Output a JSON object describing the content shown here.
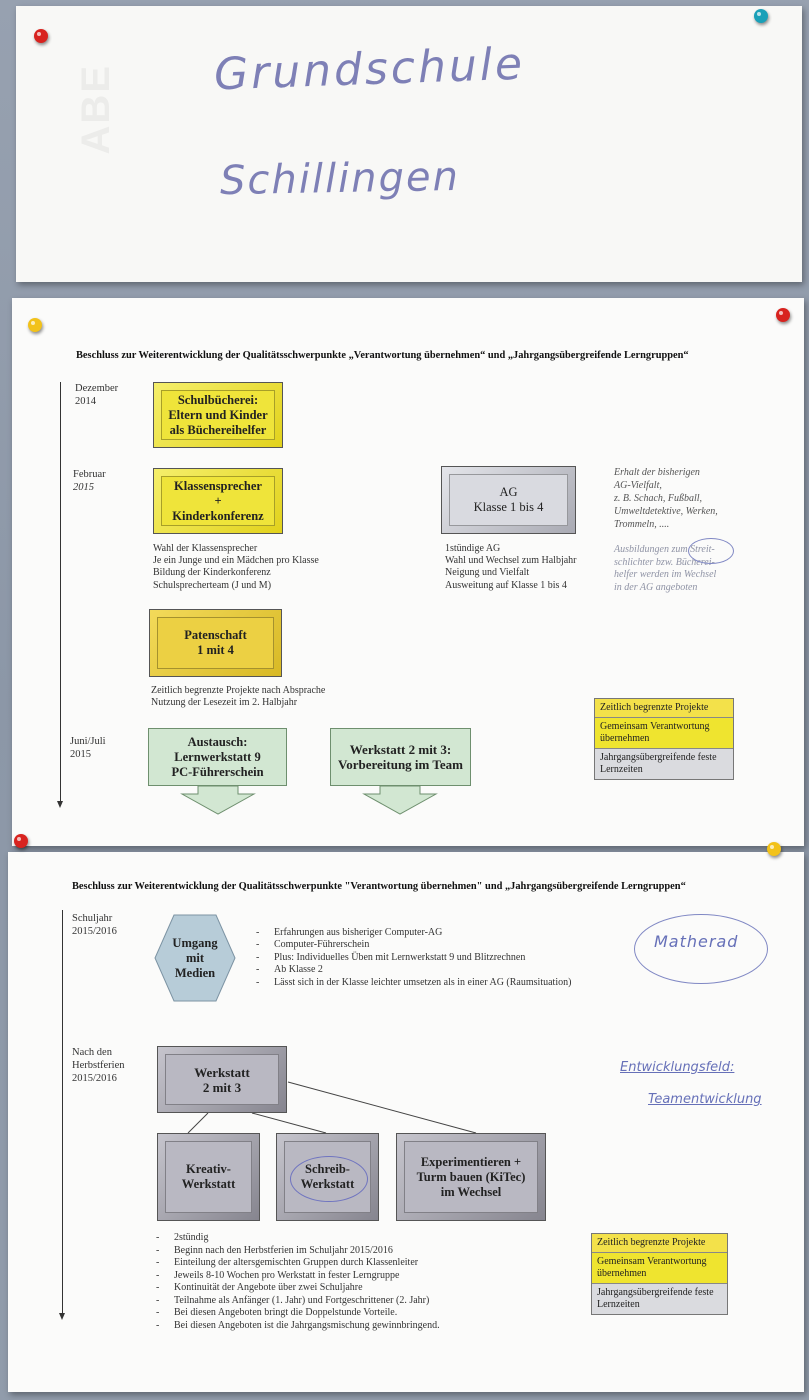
{
  "top_sheet": {
    "handwriting_line1": "Grundschule",
    "handwriting_line2": "Schillingen",
    "watermark": "ABE"
  },
  "middle_sheet": {
    "heading": "Beschluss zur Weiterentwicklung der Qualitätsschwerpunkte „Verantwortung übernehmen“ und „Jahrgangsübergreifende Lerngruppen“",
    "dates": {
      "d1_month": "Dezember",
      "d1_year": "2014",
      "d2_month": "Februar",
      "d2_year": "2015",
      "d3_month": "Juni/Juli",
      "d3_year": "2015"
    },
    "boxes": {
      "schulbuecherei_line1": "Schulbücherei:",
      "schulbuecherei_line2": "Eltern und Kinder",
      "schulbuecherei_line3": "als Büchereihelfer",
      "klassensprecher_line1": "Klassensprecher",
      "klassensprecher_line2": "+",
      "klassensprecher_line3": "Kinderkonferenz",
      "ag_line1": "AG",
      "ag_line2": "Klasse 1 bis 4",
      "patenschaft_line1": "Patenschaft",
      "patenschaft_line2": "1 mit 4",
      "austausch_line1": "Austausch:",
      "austausch_line2": "Lernwerkstatt 9",
      "austausch_line3": "PC-Führerschein",
      "werkstatt_line1": "Werkstatt 2 mit 3:",
      "werkstatt_line2": "Vorbereitung im Team"
    },
    "notes": {
      "klassensprecher": [
        "Wahl der Klassensprecher",
        "Je ein Junge und ein Mädchen pro Klasse",
        "Bildung der Kinderkonferenz",
        "Schulsprecherteam (J und M)"
      ],
      "ag": [
        "1stündige AG",
        "Wahl und Wechsel zum Halbjahr",
        "Neigung und Vielfalt",
        "Ausweitung auf Klasse 1 bis 4"
      ],
      "ag_vielfalt": [
        "Erhalt der bisherigen",
        "AG-Vielfalt,",
        "z. B. Schach, Fußball,",
        "Umweltdetektive, Werken,",
        "Trommeln, ...."
      ],
      "ausbildungen": [
        "Ausbildungen zum Streit-",
        "schlichter bzw. Bücherei-",
        "helfer werden im Wechsel",
        "in der AG angeboten"
      ],
      "patenschaft": [
        "Zeitlich begrenzte Projekte nach Absprache",
        "Nutzung der Lesezeit im 2. Halbjahr"
      ]
    },
    "legend": {
      "item1": "Zeitlich begrenzte Projekte",
      "item2": "Gemeinsam Verantwortung übernehmen",
      "item3": "Jahrgangsübergreifende feste Lernzeiten"
    }
  },
  "bottom_sheet": {
    "heading": "Beschluss zur Weiterentwicklung der Qualitätsschwerpunkte \"Verantwortung übernehmen\" und „Jahrgangsübergreifende Lerngruppen“",
    "dates": {
      "d1_line1": "Schuljahr",
      "d1_line2": "2015/2016",
      "d2_line1": "Nach den",
      "d2_line2": "Herbstferien",
      "d2_line3": "2015/2016"
    },
    "hexagon": {
      "line1": "Umgang",
      "line2": "mit",
      "line3": "Medien"
    },
    "medien_bullets": [
      "Erfahrungen aus bisheriger Computer-AG",
      "Computer-Führerschein",
      "Plus: Individuelles Üben mit Lernwerkstatt 9 und Blitzrechnen",
      "Ab Klasse 2",
      "Lässt sich in der Klasse leichter umsetzen als in einer AG (Raumsituation)"
    ],
    "handnotes": {
      "matherad": "Matherad",
      "entwicklungsfeld": "Entwicklungsfeld:",
      "teamentwicklung": "Teamentwicklung"
    },
    "boxes": {
      "werkstatt_line1": "Werkstatt",
      "werkstatt_line2": "2 mit 3",
      "kreativ_line1": "Kreativ-",
      "kreativ_line2": "Werkstatt",
      "schreib_line1": "Schreib-",
      "schreib_line2": "Werkstatt",
      "experimentieren_line1": "Experimentieren +",
      "experimentieren_line2": "Turm bauen (KiTec)",
      "experimentieren_line3": "im Wechsel"
    },
    "werkstatt_bullets": [
      "2stündig",
      "Beginn nach den Herbstferien im Schuljahr 2015/2016",
      "Einteilung der altersgemischten Gruppen durch Klassenleiter",
      "Jeweils 8-10 Wochen pro Werkstatt in fester Lerngruppe",
      "Kontinuität der Angebote über zwei Schuljahre",
      "Teilnahme als Anfänger (1. Jahr) und Fortgeschrittener (2. Jahr)",
      "Bei diesen Angeboten bringt die Doppelstunde Vorteile.",
      "Bei diesen Angeboten ist die Jahrgangsmischung gewinnbringend."
    ],
    "legend": {
      "item1": "Zeitlich begrenzte Projekte",
      "item2": "Gemeinsam Verantwortung übernehmen",
      "item3": "Jahrgangsübergreifende feste Lernzeiten"
    }
  },
  "colors": {
    "pin_red": "#d8231f",
    "pin_teal": "#1aa0b8",
    "pin_yellow": "#f2c21a",
    "box_yellow": "#efe43a",
    "box_green": "#d2e7d2",
    "box_grey": "#d9dae0",
    "hexagon_blue": "#b7ccd8"
  }
}
